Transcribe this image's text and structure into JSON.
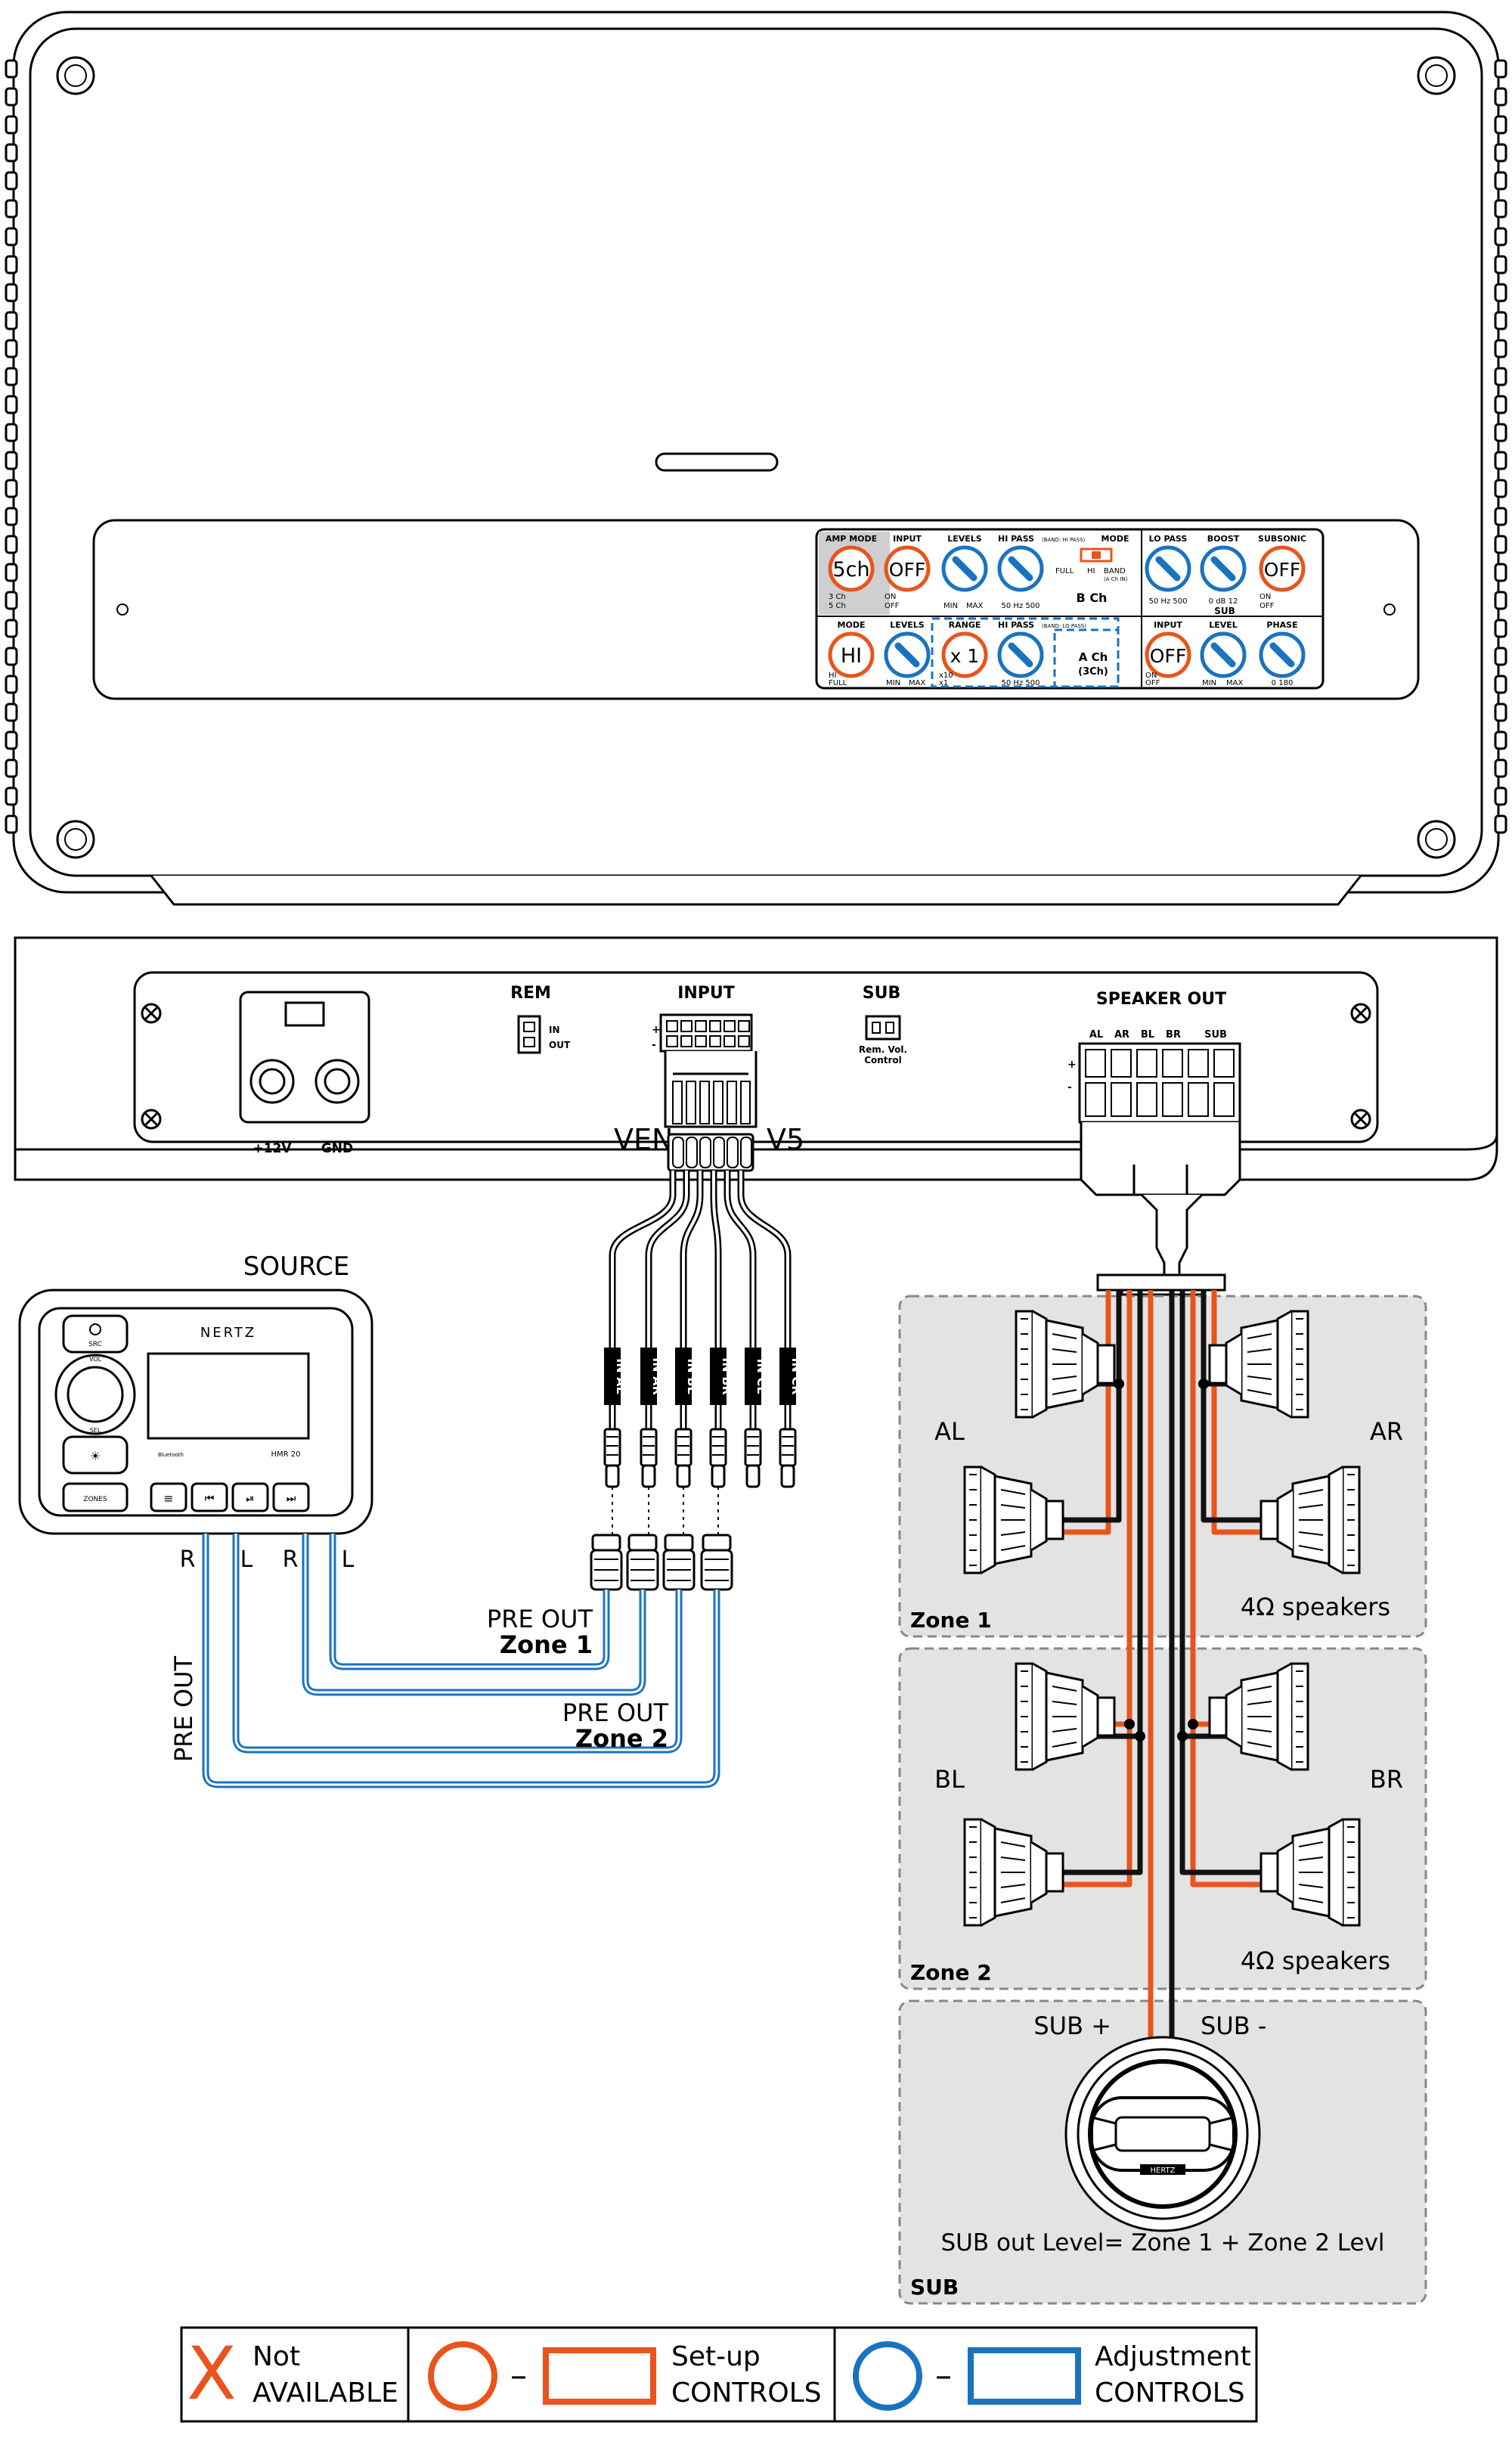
{
  "panel": {
    "top_row": {
      "amp_mode": {
        "title": "AMP MODE",
        "value": "5ch",
        "opt1": "3 Ch",
        "opt2": "5 Ch"
      },
      "input": {
        "title": "INPUT",
        "value": "OFF",
        "opt1": "ON",
        "opt2": "OFF"
      },
      "levels": {
        "title": "LEVELS",
        "min": "MIN",
        "max": "MAX"
      },
      "hi_pass": {
        "title": "HI PASS",
        "note": "(BAND: HI PASS)",
        "scale": "50  Hz  500"
      },
      "mode": {
        "title": "MODE",
        "full": "FULL",
        "hi": "HI",
        "band": "BAND",
        "band_note": "(A Ch IN)"
      },
      "b_ch": "B Ch",
      "lo_pass": {
        "title": "LO PASS",
        "scale": "50  Hz  500"
      },
      "boost": {
        "title": "BOOST",
        "scale": "0  dB  12"
      },
      "subsonic": {
        "title": "SUBSONIC",
        "value": "OFF",
        "opt1": "ON",
        "opt2": "OFF"
      },
      "sub": "SUB"
    },
    "bottom_row": {
      "mode": {
        "title": "MODE",
        "value": "HI",
        "opt1": "HI",
        "opt2": "FULL"
      },
      "levels": {
        "title": "LEVELS",
        "min": "MIN",
        "max": "MAX"
      },
      "range": {
        "title": "RANGE",
        "value": "x 1",
        "opt1": "x10",
        "opt2": "x1"
      },
      "hi_pass": {
        "title": "HI PASS",
        "note": "(BAND: LO PASS)",
        "scale": "50  Hz  500"
      },
      "a_ch": "A Ch",
      "a_ch_sub": "(3Ch)",
      "input": {
        "title": "INPUT",
        "value": "OFF",
        "opt1": "ON",
        "opt2": "OFF"
      },
      "level": {
        "title": "LEVEL",
        "min": "MIN",
        "max": "MAX"
      },
      "phase": {
        "title": "PHASE",
        "scale": "0     180"
      }
    }
  },
  "rear": {
    "plus12": "+12V",
    "gnd": "GND",
    "rem": "REM",
    "rem_in": "IN",
    "rem_out": "OUT",
    "input": "INPUT",
    "sub": "SUB",
    "sub_note1": "Rem. Vol.",
    "sub_note2": "Control",
    "speaker_out": "SPEAKER OUT",
    "spk_labels": [
      "AL",
      "AR",
      "BL",
      "BR",
      "SUB"
    ],
    "plus": "+",
    "minus": "-",
    "model_left": "VEN",
    "model_right": "V5"
  },
  "source": {
    "label": "SOURCE",
    "brand": "NERTZ",
    "model": "HMR 20",
    "bluetooth": "Bluetooth",
    "btn_src": "SRC",
    "btn_vol": "VOL",
    "btn_sel": "SEL",
    "btn_zones": "ZONES",
    "out_labels": [
      "R",
      "L",
      "R",
      "L"
    ]
  },
  "rca_tags": [
    "IN AL",
    "IN AR",
    "IN BL",
    "IN BR",
    "IN CL",
    "IN CR"
  ],
  "pre_out": {
    "zone1_a": "PRE OUT",
    "zone1_b": "Zone 1",
    "zone2_a": "PRE OUT",
    "zone2_b": "Zone 2",
    "vertical": "PRE OUT"
  },
  "zones": {
    "zone1": {
      "label": "Zone 1",
      "left": "AL",
      "right": "AR",
      "speakers": "4Ω speakers"
    },
    "zone2": {
      "label": "Zone 2",
      "left": "BL",
      "right": "BR",
      "speakers": "4Ω speakers"
    },
    "sub": {
      "label": "SUB",
      "plus": "SUB +",
      "minus": "SUB -",
      "note": "SUB out Level= Zone 1 + Zone 2 Levl",
      "badge": "HERTZ"
    }
  },
  "legend": {
    "x_symbol": "X",
    "not_line1": "Not",
    "not_line2": "AVAILABLE",
    "dash": "–",
    "setup_line1": "Set-up",
    "setup_line2": "CONTROLS",
    "adj_line1": "Adjustment",
    "adj_line2": "CONTROLS"
  },
  "colors": {
    "setup": "#e8541c",
    "adjust": "#1a73bf",
    "zone_bg": "#e3e3e3",
    "wire_black": "#111111"
  }
}
